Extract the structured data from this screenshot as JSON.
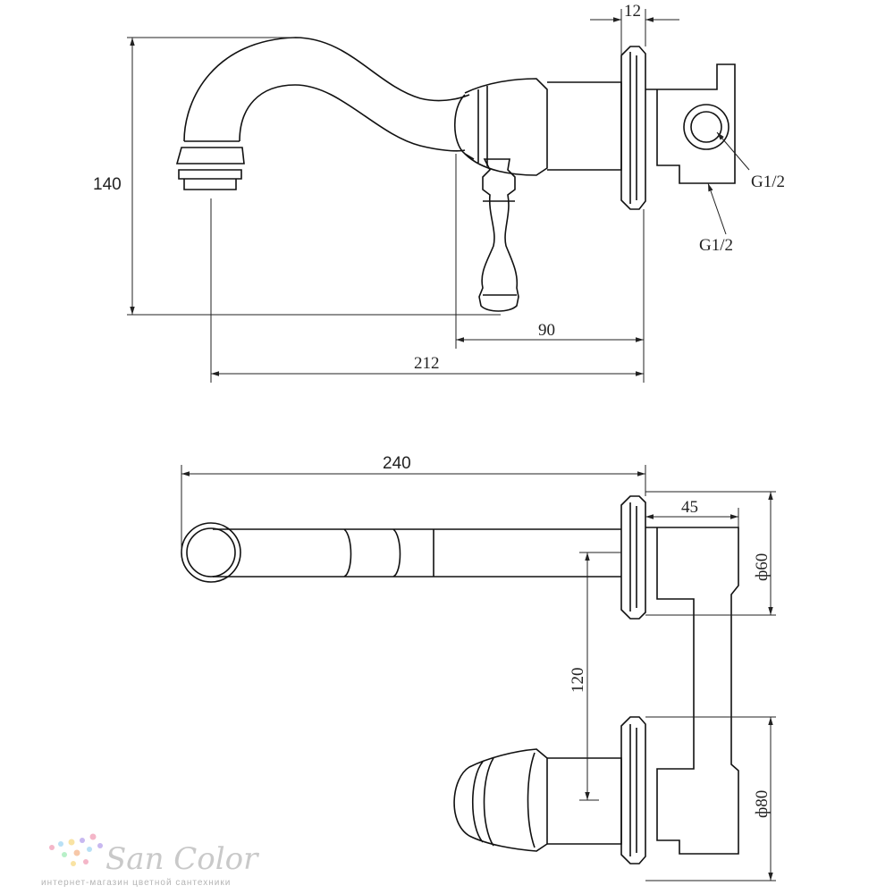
{
  "dimensions": {
    "height_140": "140",
    "flange_12": "12",
    "inlet_right": "G1/2",
    "inlet_bottom": "G1/2",
    "depth_90": "90",
    "reach_212": "212",
    "length_240": "240",
    "body_45": "45",
    "dia_60": "ф60",
    "spacing_120": "120",
    "dia_80": "ф80"
  },
  "logo": {
    "name": "SanColor",
    "tagline": "интернет-магазин цветной сантехники",
    "dot_colors": [
      "#f4b6c8",
      "#b8e0f5",
      "#f9e3a3",
      "#c8b8f0",
      "#b8f0c8",
      "#f7c8a8"
    ]
  }
}
